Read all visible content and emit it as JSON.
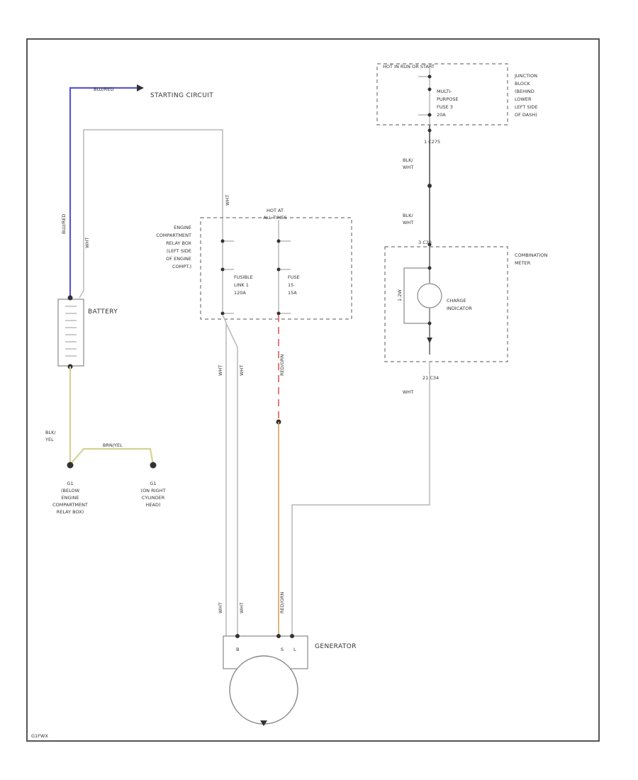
{
  "colors": {
    "blue_wire": "#5757cf",
    "yellow_wire": "#d3d394",
    "red_wire": "#e05a5a",
    "orange_wire": "#d9a45a",
    "white_wire": "#c8c8c8",
    "frame": "#555555"
  },
  "labels": {
    "starting_circuit": "STARTING CIRCUIT",
    "battery": "BATTERY",
    "hot_at_all_times": "HOT AT",
    "hot_at_all_times_2": "ALL TIMES",
    "hot_in_run": "HOT IN RUN OR START",
    "engine_relay_box": [
      "ENGINE",
      "COMPARTMENT",
      "RELAY BOX",
      "(LEFT SIDE",
      "OF ENGINE",
      "COMPT.)"
    ],
    "fusible_link": [
      "FUSIBLE",
      "LINK 1",
      "120A"
    ],
    "fuse": [
      "FUSE",
      "15",
      "15A"
    ],
    "multi_fuse": [
      "MULTI-",
      "PURPOSE",
      "FUSE 3",
      "20A"
    ],
    "junction_block": [
      "JUNCTION",
      "BLOCK",
      "(BEHIND",
      "LOWER",
      "LEFT SIDE",
      "OF DASH)"
    ],
    "combination_meter": [
      "COMBINATION",
      "METER"
    ],
    "charge_indicator": [
      "CHARGE",
      "INDICATOR"
    ],
    "ground_left": [
      "G1",
      "(BELOW",
      "ENGINE",
      "COMPARTMENT",
      "RELAY BOX)"
    ],
    "ground_right": [
      "G1",
      "(ON RIGHT",
      "CYLINDER",
      "HEAD)"
    ],
    "generator": "GENERATOR",
    "gen_terms": [
      "B",
      "S",
      "L"
    ],
    "c_top": "1   C275",
    "c_mid": "3    C33",
    "c_bot": "21    C34",
    "blk_yel": [
      "BLK/",
      "YEL"
    ],
    "blk_wht": [
      "BLK/",
      "WHT"
    ],
    "blk_wht2": [
      "BLK/",
      "WHT"
    ],
    "wht": "WHT",
    "w_tag_left": "WHT",
    "w_tag_right": "WHT",
    "blu_tag": "BLU/RED",
    "blu_vtag": "BLU/RED",
    "wht_top_vtag": "WHT",
    "wht_vtag": "WHT",
    "brn_tag": "BRN/YEL",
    "red_vtag": "RED/GRN",
    "org_vtag": "RED/GRN",
    "gen_wht1": "WHT",
    "gen_wht2": "WHT",
    "meter_side": "1.2W",
    "figure_id": "G1FWX"
  }
}
